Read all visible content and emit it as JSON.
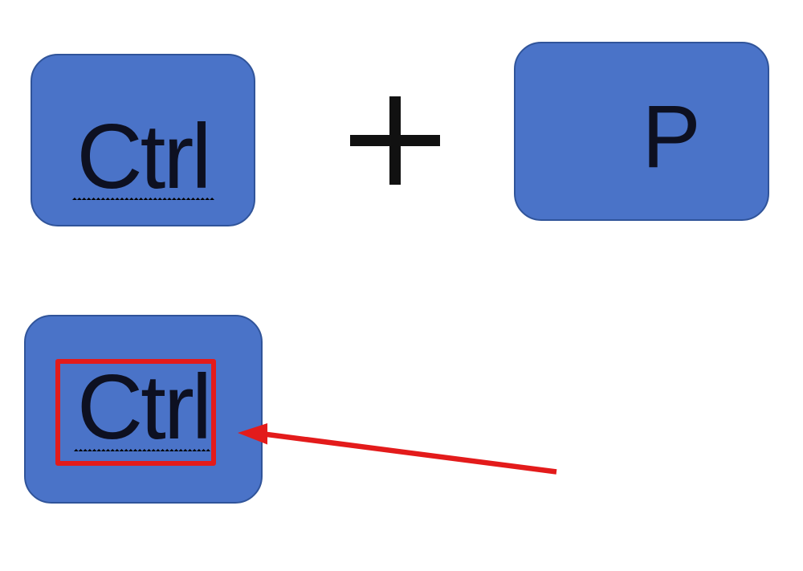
{
  "illustration": {
    "description": "Keyboard shortcut diagram showing Ctrl plus P, with the Ctrl key highlighted by a red box and a red arrow pointing at it",
    "shortcut": {
      "modifier_key": "Ctrl",
      "plus": "+",
      "action_key": "P"
    },
    "highlighted_key": {
      "label": "Ctrl"
    }
  },
  "colors": {
    "key_fill": "#4A73C8",
    "key_border": "#30549A",
    "key_text": "#0D1021",
    "highlight_red": "#E31B1B",
    "squiggle_red": "#963040",
    "plus_black": "#111111",
    "background": "#FFFFFF"
  }
}
